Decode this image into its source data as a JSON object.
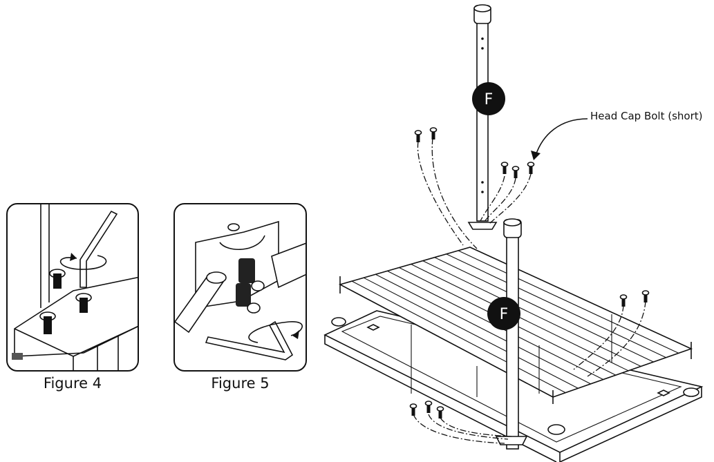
{
  "figures": {
    "figure4": {
      "caption": "Figure 4"
    },
    "figure5": {
      "caption": "Figure 5"
    }
  },
  "main_illustration": {
    "part_label": "F",
    "callout": "Head Cap Bolt (short)"
  },
  "colors": {
    "line": "#111111",
    "badge": "#111111",
    "background": "#ffffff"
  }
}
